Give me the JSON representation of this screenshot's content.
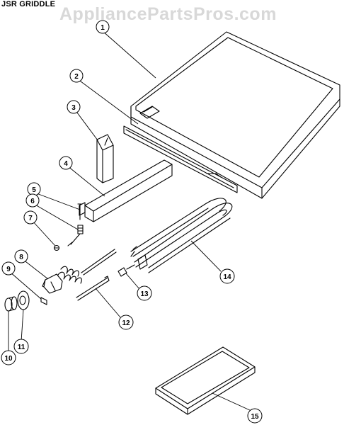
{
  "header": {
    "title": "JSR GRIDDLE",
    "watermark": "AppliancePartsPros.com"
  },
  "callouts": [
    {
      "number": "1"
    },
    {
      "number": "2"
    },
    {
      "number": "3"
    },
    {
      "number": "4"
    },
    {
      "number": "5"
    },
    {
      "number": "6"
    },
    {
      "number": "7"
    },
    {
      "number": "8"
    },
    {
      "number": "9"
    },
    {
      "number": "10"
    },
    {
      "number": "11"
    },
    {
      "number": "12"
    },
    {
      "number": "13"
    },
    {
      "number": "14"
    },
    {
      "number": "15"
    }
  ]
}
